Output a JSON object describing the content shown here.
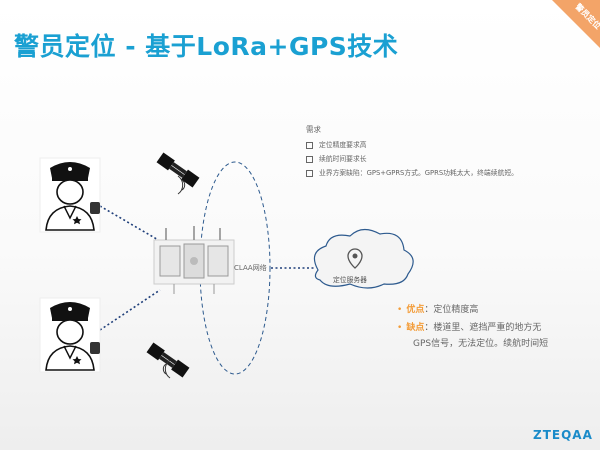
{
  "title": "警员定位 - 基于LoRa+GPS技术",
  "corner_tag": "警员定位",
  "requirements": {
    "heading": "需求",
    "items": [
      "定位精度要求高",
      "续航时间要求长",
      "业界方案缺陷：GPS+GPRS方式。GPRS功耗太大，终端续航短。"
    ]
  },
  "network": {
    "gateway_label": "CLAA网络",
    "server_label": "定位服务器"
  },
  "pros_cons": {
    "pros_label": "优点",
    "pros_text": "：定位精度高",
    "cons_label": "缺点",
    "cons_text": "：楼道里、遮挡严重的地方无",
    "cons_text_2": "GPS信号，无法定位。续航时间短"
  },
  "logo": "ZTEQAA",
  "colors": {
    "title": "#1aa0d2",
    "accent": "#f39c38",
    "badge": "#f3a468",
    "logo": "#1a8bc9"
  }
}
